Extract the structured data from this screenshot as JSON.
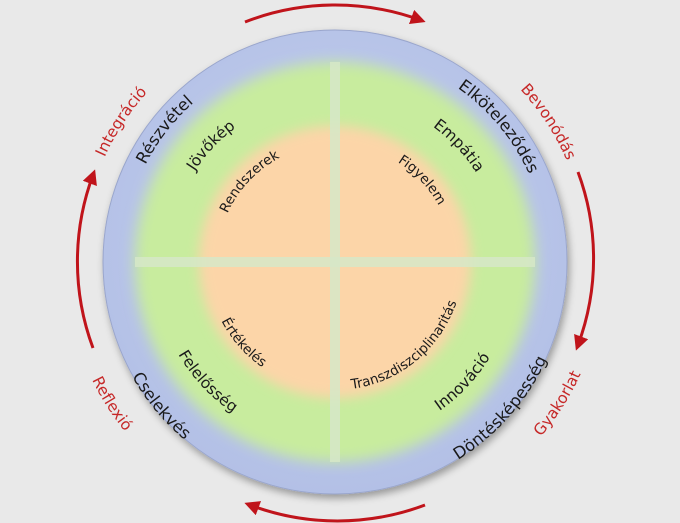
{
  "colors": {
    "background": "#e9e9e9",
    "outer_ring": "#b9c6ea",
    "middle_ring": "#c8ec9e",
    "core": "#fcd5a8",
    "arrow": "#c0141b",
    "label_red": "#c62828"
  },
  "outer_labels": {
    "top_left": "Integráció",
    "top_right": "Bevonódás",
    "bottom_right": "Gyakorlat",
    "bottom_left": "Reflexió"
  },
  "ring_labels": {
    "top_left": "Részvétel",
    "top_right": "Elköteleződés",
    "bottom_right": "Döntésképesség",
    "bottom_left": "Cselekvés"
  },
  "middle_labels": {
    "top_left": "Jövőkép",
    "top_right": "Empátia",
    "bottom_right": "Innováció",
    "bottom_left": "Felelősség"
  },
  "inner_labels": {
    "top_left": "Rendszerek",
    "top_right": "Figyelem",
    "bottom_right": "Transzdiszciplinaritás",
    "bottom_left": "Értékelés"
  }
}
